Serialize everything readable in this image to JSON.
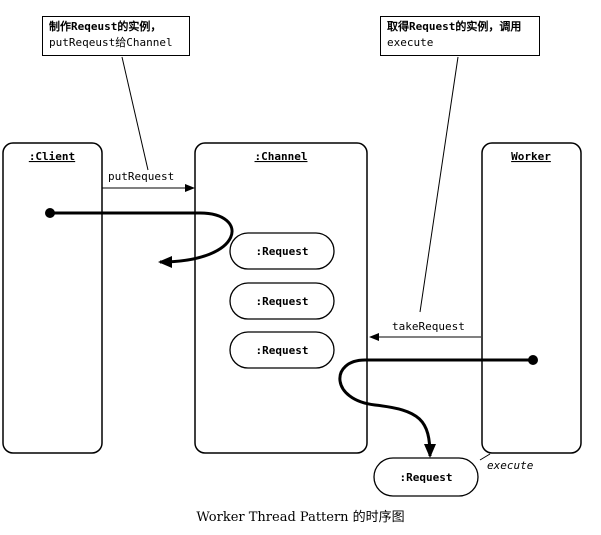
{
  "notes": {
    "left": {
      "line1": "制作Reqeust的实例，",
      "line2": "putReqeust给Channel"
    },
    "right": {
      "line1": "取得Request的实例，调用",
      "line2": "execute"
    }
  },
  "lifelines": {
    "client": ":Client",
    "channel": ":Channel",
    "worker": "Worker"
  },
  "queue_items": [
    ":Request",
    ":Request",
    ":Request"
  ],
  "messages": {
    "put": "putRequest",
    "take": "takeRequest",
    "execute": "execute"
  },
  "executed_request": ":Request",
  "caption": "Worker Thread Pattern 的时序图"
}
